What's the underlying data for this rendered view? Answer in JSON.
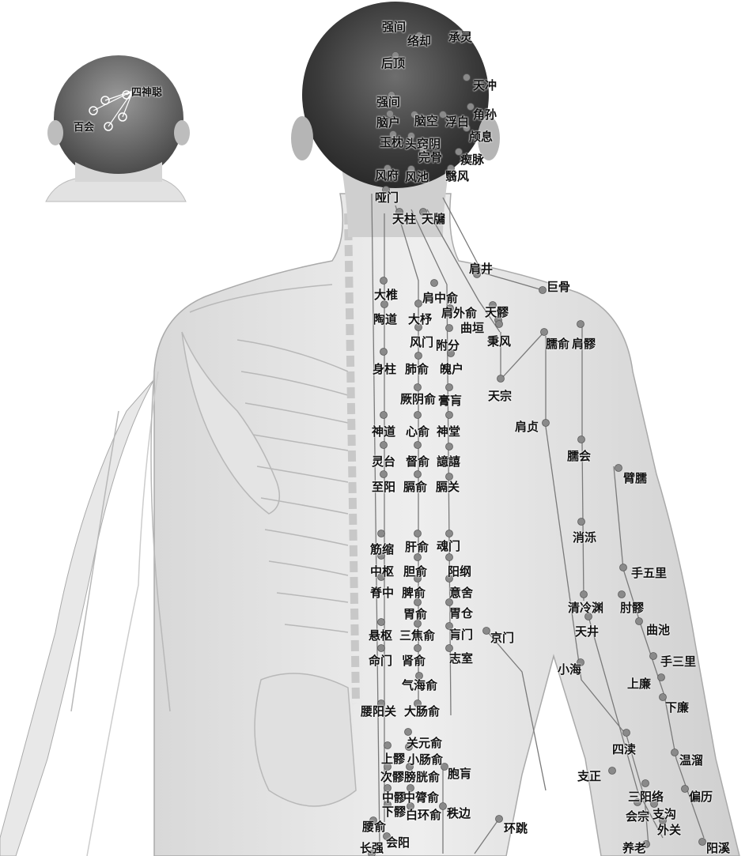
{
  "figure": {
    "inset": {
      "labels": [
        "四神聪",
        "百会"
      ]
    },
    "points": [
      {
        "id": "qiangjian",
        "label": "强间"
      },
      {
        "id": "naohu_top",
        "label": "络却"
      },
      {
        "id": "chengling",
        "label": "承灵"
      },
      {
        "id": "houding",
        "label": "后顶"
      },
      {
        "id": "tianchong",
        "label": "天冲"
      },
      {
        "id": "qiangjian2",
        "label": "强间"
      },
      {
        "id": "jiaosun",
        "label": "角孙"
      },
      {
        "id": "naohu",
        "label": "脑户"
      },
      {
        "id": "naokong",
        "label": "脑空"
      },
      {
        "id": "fubai",
        "label": "浮白"
      },
      {
        "id": "luxi",
        "label": "颅息"
      },
      {
        "id": "yuzhen",
        "label": "玉枕"
      },
      {
        "id": "touqiaoyin",
        "label": "头窍阴"
      },
      {
        "id": "wangu",
        "label": "完骨"
      },
      {
        "id": "chimai",
        "label": "瘈脉"
      },
      {
        "id": "fengfu",
        "label": "风府"
      },
      {
        "id": "fengchi",
        "label": "风池"
      },
      {
        "id": "yifeng",
        "label": "翳风"
      },
      {
        "id": "yamen",
        "label": "哑门"
      },
      {
        "id": "tianzhu",
        "label": "天柱"
      },
      {
        "id": "tianyou",
        "label": "天牖"
      },
      {
        "id": "jianjing",
        "label": "肩井"
      },
      {
        "id": "jugu",
        "label": "巨骨"
      },
      {
        "id": "dazhui",
        "label": "大椎"
      },
      {
        "id": "jianzhongshu",
        "label": "肩中俞"
      },
      {
        "id": "taodao",
        "label": "陶道"
      },
      {
        "id": "dazhu",
        "label": "大杼"
      },
      {
        "id": "jianwaishu",
        "label": "肩外俞"
      },
      {
        "id": "tianliao",
        "label": "天髎"
      },
      {
        "id": "quyuan",
        "label": "曲垣"
      },
      {
        "id": "fengmen",
        "label": "风门"
      },
      {
        "id": "fufen",
        "label": "附分"
      },
      {
        "id": "bingfeng",
        "label": "秉风"
      },
      {
        "id": "naoshu",
        "label": "臑俞"
      },
      {
        "id": "jianliao",
        "label": "肩髎"
      },
      {
        "id": "shenzhu",
        "label": "身柱"
      },
      {
        "id": "feishu",
        "label": "肺俞"
      },
      {
        "id": "pohu",
        "label": "魄户"
      },
      {
        "id": "jueyinshu",
        "label": "厥阴俞"
      },
      {
        "id": "gaohuang",
        "label": "膏肓"
      },
      {
        "id": "tianzong",
        "label": "天宗"
      },
      {
        "id": "jianzhen",
        "label": "肩贞"
      },
      {
        "id": "shendao",
        "label": "神道"
      },
      {
        "id": "xinshu",
        "label": "心俞"
      },
      {
        "id": "shentang",
        "label": "神堂"
      },
      {
        "id": "linatai",
        "label": "灵台"
      },
      {
        "id": "dushu",
        "label": "督俞"
      },
      {
        "id": "yixi",
        "label": "譩譆"
      },
      {
        "id": "naohui",
        "label": "臑会"
      },
      {
        "id": "binao",
        "label": "臂臑"
      },
      {
        "id": "zhiyang",
        "label": "至阳"
      },
      {
        "id": "geshu",
        "label": "膈俞"
      },
      {
        "id": "geguan",
        "label": "膈关"
      },
      {
        "id": "xiaoluo",
        "label": "消泺"
      },
      {
        "id": "jinsuo",
        "label": "筋缩"
      },
      {
        "id": "ganshu",
        "label": "肝俞"
      },
      {
        "id": "hunmen",
        "label": "魂门"
      },
      {
        "id": "shouwuli",
        "label": "手五里"
      },
      {
        "id": "zhongshu",
        "label": "中枢"
      },
      {
        "id": "danshu",
        "label": "胆俞"
      },
      {
        "id": "yanggang",
        "label": "阳纲"
      },
      {
        "id": "jizhong",
        "label": "脊中"
      },
      {
        "id": "pishu",
        "label": "脾俞"
      },
      {
        "id": "yishe",
        "label": "意舍"
      },
      {
        "id": "qinglengyuan",
        "label": "清冷渊"
      },
      {
        "id": "zhouliao",
        "label": "肘髎"
      },
      {
        "id": "weishu",
        "label": "胃俞"
      },
      {
        "id": "weicang",
        "label": "胃仓"
      },
      {
        "id": "tianjing",
        "label": "天井"
      },
      {
        "id": "quchi",
        "label": "曲池"
      },
      {
        "id": "xuanshu",
        "label": "悬枢"
      },
      {
        "id": "sanjiaoshu",
        "label": "三焦俞"
      },
      {
        "id": "huangmen",
        "label": "肓门"
      },
      {
        "id": "jingmen",
        "label": "京门"
      },
      {
        "id": "mingmen",
        "label": "命门"
      },
      {
        "id": "shenshu",
        "label": "肾俞"
      },
      {
        "id": "zhishi",
        "label": "志室"
      },
      {
        "id": "shousanli",
        "label": "手三里"
      },
      {
        "id": "xiaohai",
        "label": "小海"
      },
      {
        "id": "qihaishu",
        "label": "气海俞"
      },
      {
        "id": "shanglian",
        "label": "上廉"
      },
      {
        "id": "yaoyangguan",
        "label": "腰阳关"
      },
      {
        "id": "dachangshu",
        "label": "大肠俞"
      },
      {
        "id": "xialian",
        "label": "下廉"
      },
      {
        "id": "guanyuanshu",
        "label": "关元俞"
      },
      {
        "id": "sidu",
        "label": "四渎"
      },
      {
        "id": "shangliao",
        "label": "上髎"
      },
      {
        "id": "xiaochangshu",
        "label": "小肠俞"
      },
      {
        "id": "wenliu",
        "label": "温溜"
      },
      {
        "id": "ciliao",
        "label": "次髎"
      },
      {
        "id": "pangguangshu",
        "label": "膀胱俞"
      },
      {
        "id": "baohuang",
        "label": "胞肓"
      },
      {
        "id": "zhizheng",
        "label": "支正"
      },
      {
        "id": "sanyangluo",
        "label": "三阳络"
      },
      {
        "id": "pianli",
        "label": "偏历"
      },
      {
        "id": "zhongliao",
        "label": "中髎"
      },
      {
        "id": "zhonglushu",
        "label": "中膂俞"
      },
      {
        "id": "xialiao",
        "label": "下髎"
      },
      {
        "id": "baihuanshu",
        "label": "白环俞"
      },
      {
        "id": "zhibian",
        "label": "秩边"
      },
      {
        "id": "huizong",
        "label": "会宗"
      },
      {
        "id": "zhigou",
        "label": "支沟"
      },
      {
        "id": "waiguan",
        "label": "外关"
      },
      {
        "id": "yaoshu",
        "label": "腰俞"
      },
      {
        "id": "huantiao",
        "label": "环跳"
      },
      {
        "id": "huiyang",
        "label": "会阳"
      },
      {
        "id": "changqiang",
        "label": "长强"
      },
      {
        "id": "yanglao",
        "label": "养老"
      },
      {
        "id": "yangxi",
        "label": "阳溪"
      }
    ]
  }
}
